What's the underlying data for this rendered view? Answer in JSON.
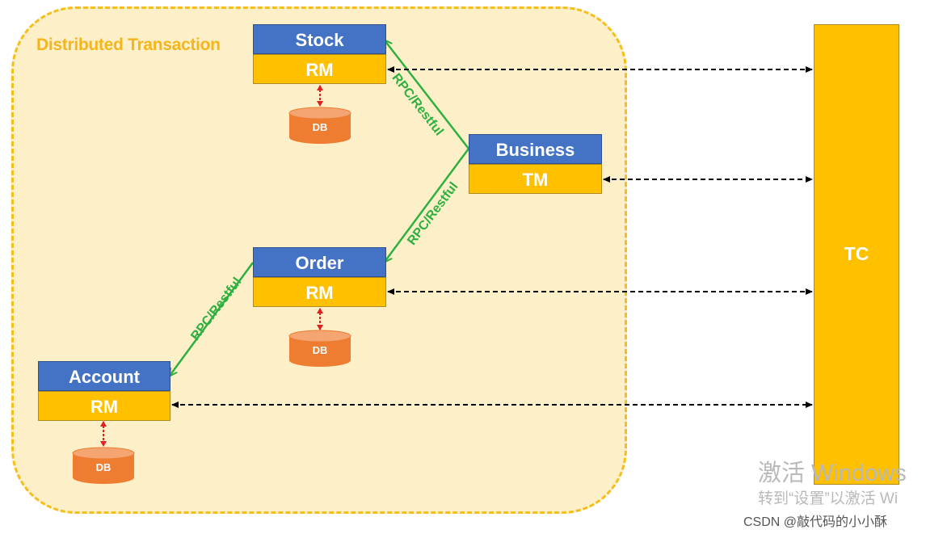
{
  "region": {
    "title": "Distributed Transaction"
  },
  "nodes": {
    "stock": {
      "name": "Stock",
      "role": "RM"
    },
    "business": {
      "name": "Business",
      "role": "TM"
    },
    "order": {
      "name": "Order",
      "role": "RM"
    },
    "account": {
      "name": "Account",
      "role": "RM"
    }
  },
  "db_label": "DB",
  "coordinator": {
    "label": "TC"
  },
  "edge_label": "RPC/Restful",
  "watermark": {
    "line1": "激活 Windows",
    "line2": "转到“设置”以激活 Wi",
    "credit": "CSDN @敲代码的小小酥"
  },
  "colors": {
    "region_fill": "#fdf0c8",
    "region_border": "#f5be1a",
    "service_blue": "#4472c4",
    "role_yellow": "#ffc000",
    "db_orange": "#ee7d31",
    "rpc_green": "#2db040",
    "link_red": "#e02020"
  }
}
